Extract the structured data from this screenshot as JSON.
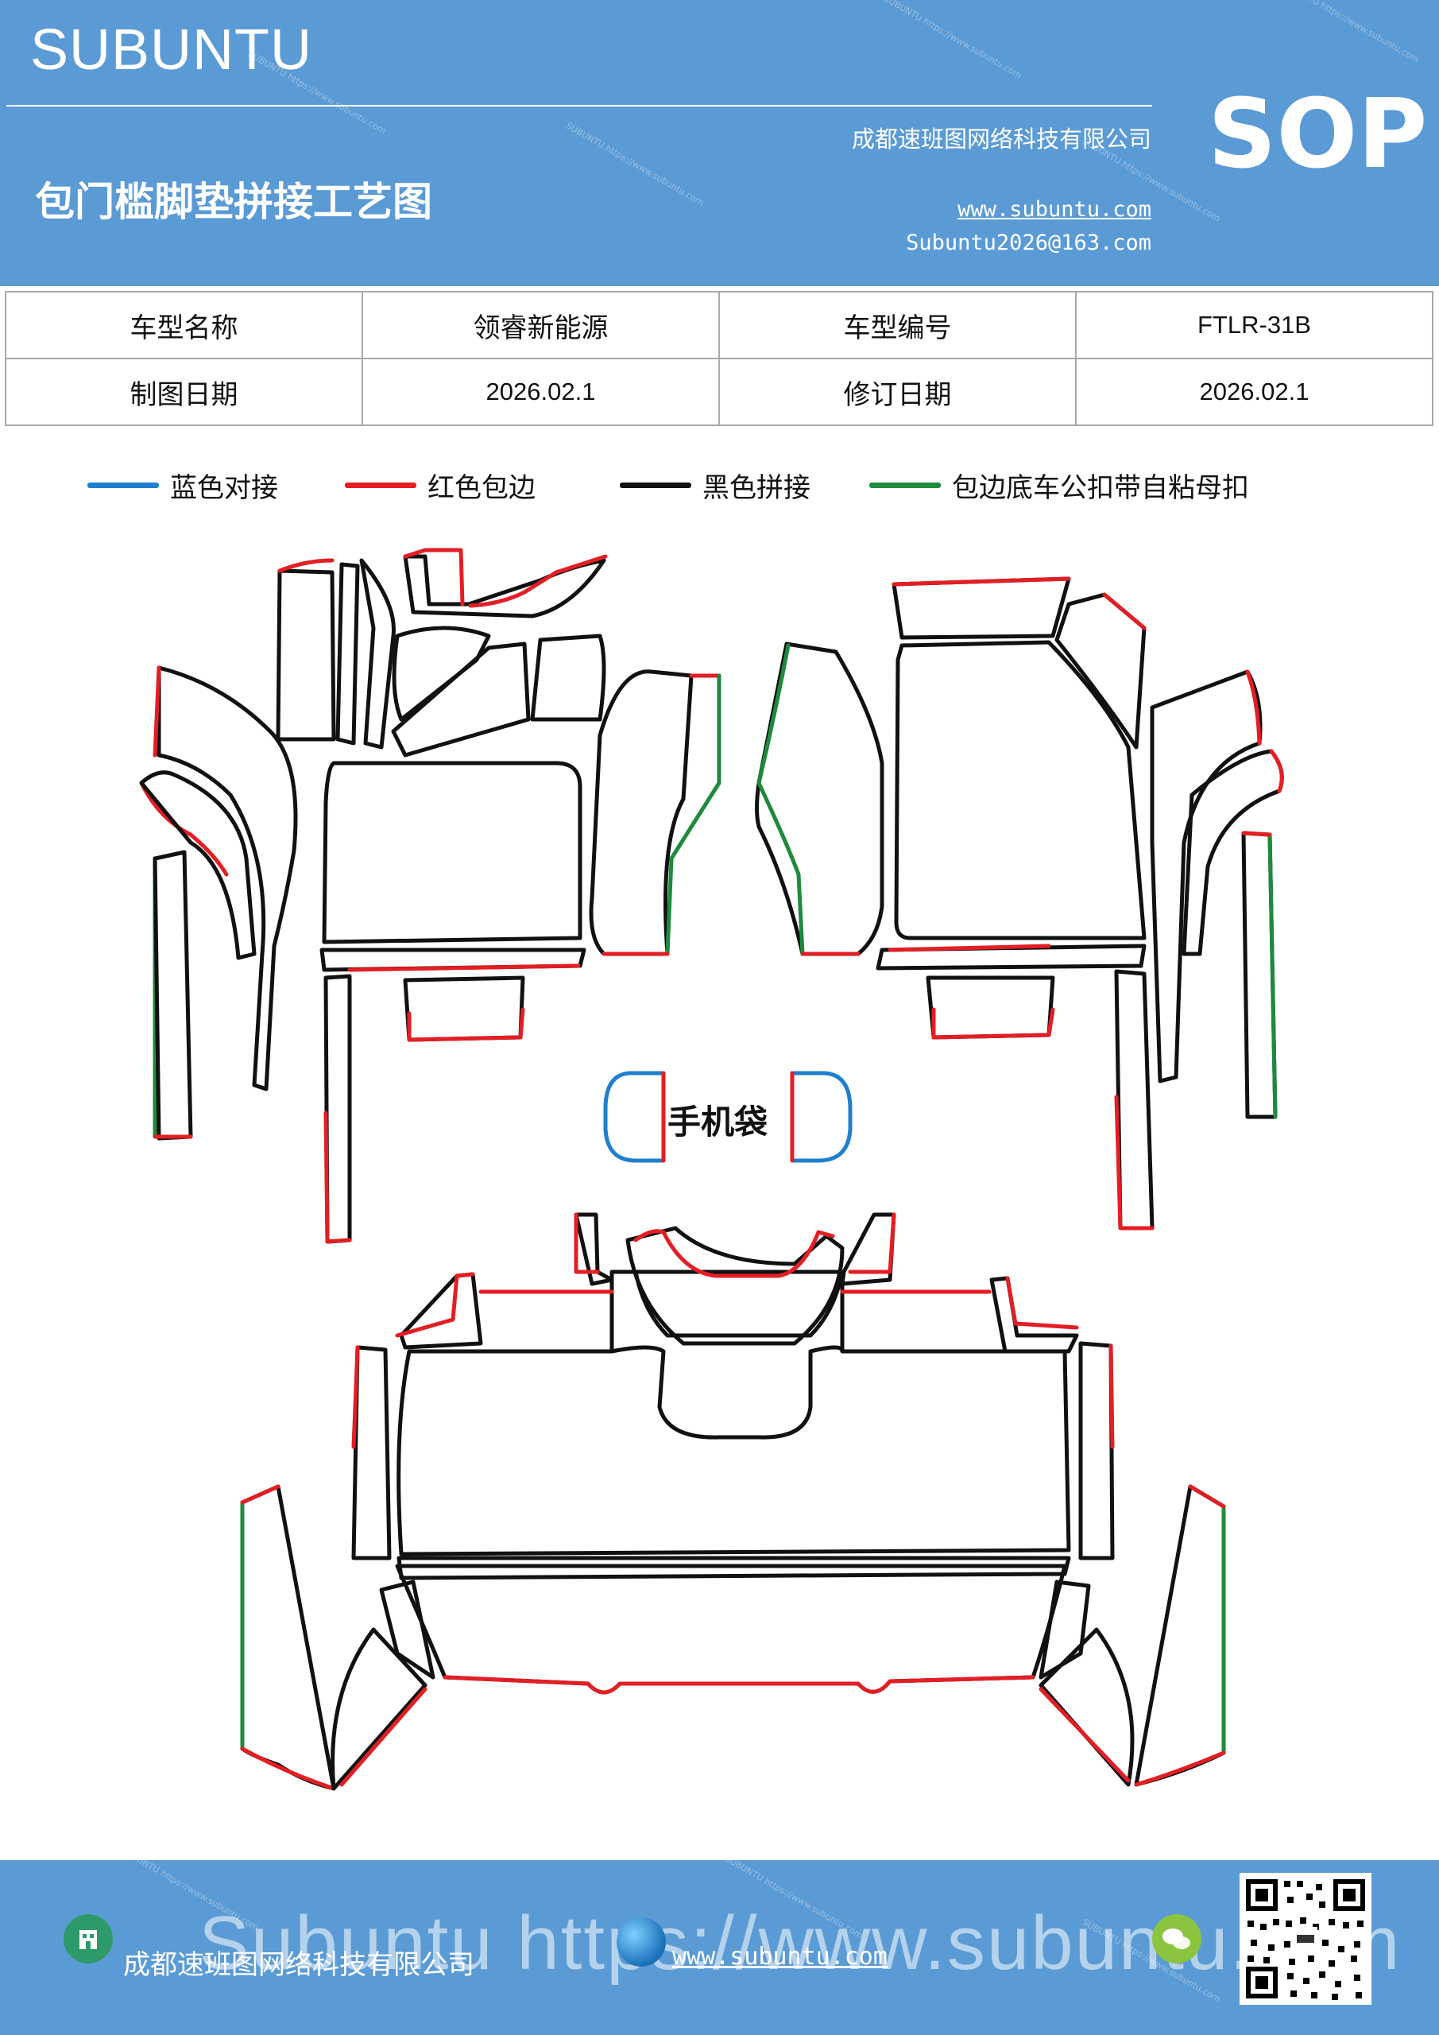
{
  "header": {
    "brand": "SUBUNTU",
    "title": "包门槛脚垫拼接工艺图",
    "company": "成都速班图网络科技有限公司",
    "website": "www.subuntu.com",
    "email": "Subuntu2026@163.com",
    "badge": "SOP"
  },
  "info_table": {
    "rows": [
      [
        "车型名称",
        "领睿新能源",
        "车型编号",
        "FTLR-31B"
      ],
      [
        "制图日期",
        "2026.02.1",
        "修订日期",
        "2026.02.1"
      ]
    ]
  },
  "legend": [
    {
      "label": "蓝色对接",
      "color": "#1f7fce"
    },
    {
      "label": "红色包边",
      "color": "#e31e24"
    },
    {
      "label": "黑色拼接",
      "color": "#111111"
    },
    {
      "label": "包边底车公扣带自粘母扣",
      "color": "#1e8a3c"
    }
  ],
  "diagram": {
    "phone_pocket_label": "手机袋"
  },
  "footer": {
    "company": "成都速班图网络科技有限公司",
    "website": "www.subuntu.com",
    "ghost_text": "Subuntu https://www.subuntu.com"
  },
  "icons": [
    "building-icon",
    "globe-icon",
    "wechat-icon",
    "qr-code"
  ]
}
